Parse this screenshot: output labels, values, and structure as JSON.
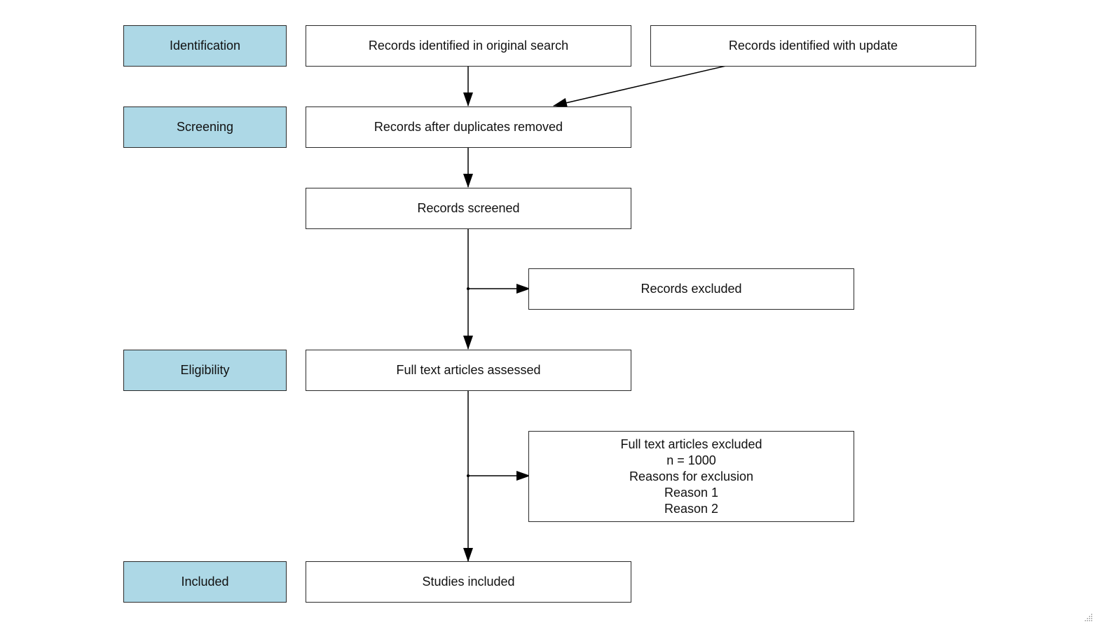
{
  "diagram": {
    "stages": {
      "identification": "Identification",
      "screening": "Screening",
      "eligibility": "Eligibility",
      "included": "Included"
    },
    "boxes": {
      "original_search": "Records identified in original search",
      "update": "Records identified with update",
      "duplicates_removed": "Records after duplicates removed",
      "screened": "Records screened",
      "records_excluded": "Records excluded",
      "full_text_assessed": "Full text articles assessed",
      "full_text_excluded": {
        "line1": "Full text articles excluded",
        "line2": "n = 1000",
        "line3": "Reasons for exclusion",
        "line4": "Reason 1",
        "line5": "Reason 2"
      },
      "studies_included": "Studies included"
    },
    "colors": {
      "stage_fill": "#add8e6",
      "box_fill": "#ffffff",
      "stroke": "#2a2a2a"
    }
  }
}
